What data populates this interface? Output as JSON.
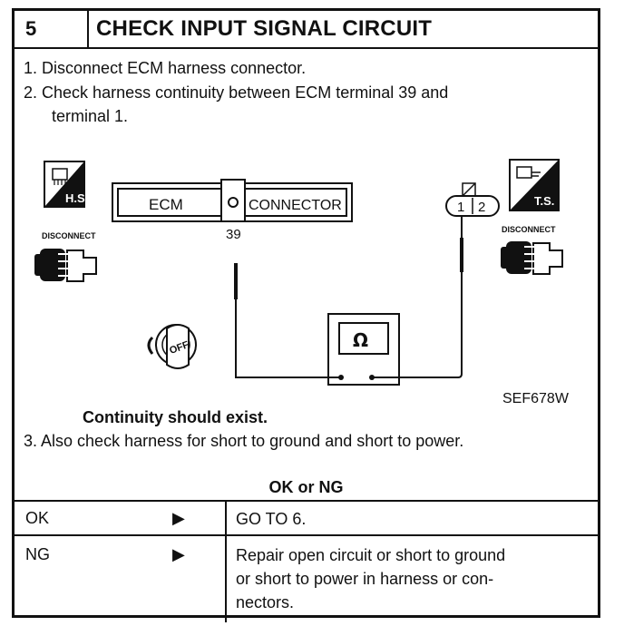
{
  "step": {
    "number": "5",
    "title": "CHECK INPUT SIGNAL CIRCUIT"
  },
  "instructions": [
    {
      "num": "1.",
      "text": "Disconnect ECM harness connector."
    },
    {
      "num": "2.",
      "text": "Check harness continuity between ECM terminal 39 and",
      "text2": "terminal 1."
    }
  ],
  "diagram": {
    "hs_label": "H.S.",
    "ts_label": "T.S.",
    "disconnect_left": "DISCONNECT",
    "disconnect_right": "DISCONNECT",
    "ecm_label": "ECM",
    "connector_label": "CONNECTOR",
    "terminal_39": "39",
    "terminal_1": "1",
    "terminal_2": "2",
    "ohm_symbol": "Ω",
    "key_label": "OFF",
    "figure_code": "SEF678W"
  },
  "result_text": "Continuity should exist.",
  "step3": {
    "num": "3.",
    "text": "Also check harness for short to ground and short to power."
  },
  "decision": "OK or NG",
  "outcomes": [
    {
      "result": "OK",
      "action_lines": [
        "GO TO 6."
      ]
    },
    {
      "result": "NG",
      "action_lines": [
        "Repair open circuit or short to ground",
        "or short to power in harness or con-",
        "nectors."
      ]
    }
  ],
  "arrow_glyph": "▶"
}
